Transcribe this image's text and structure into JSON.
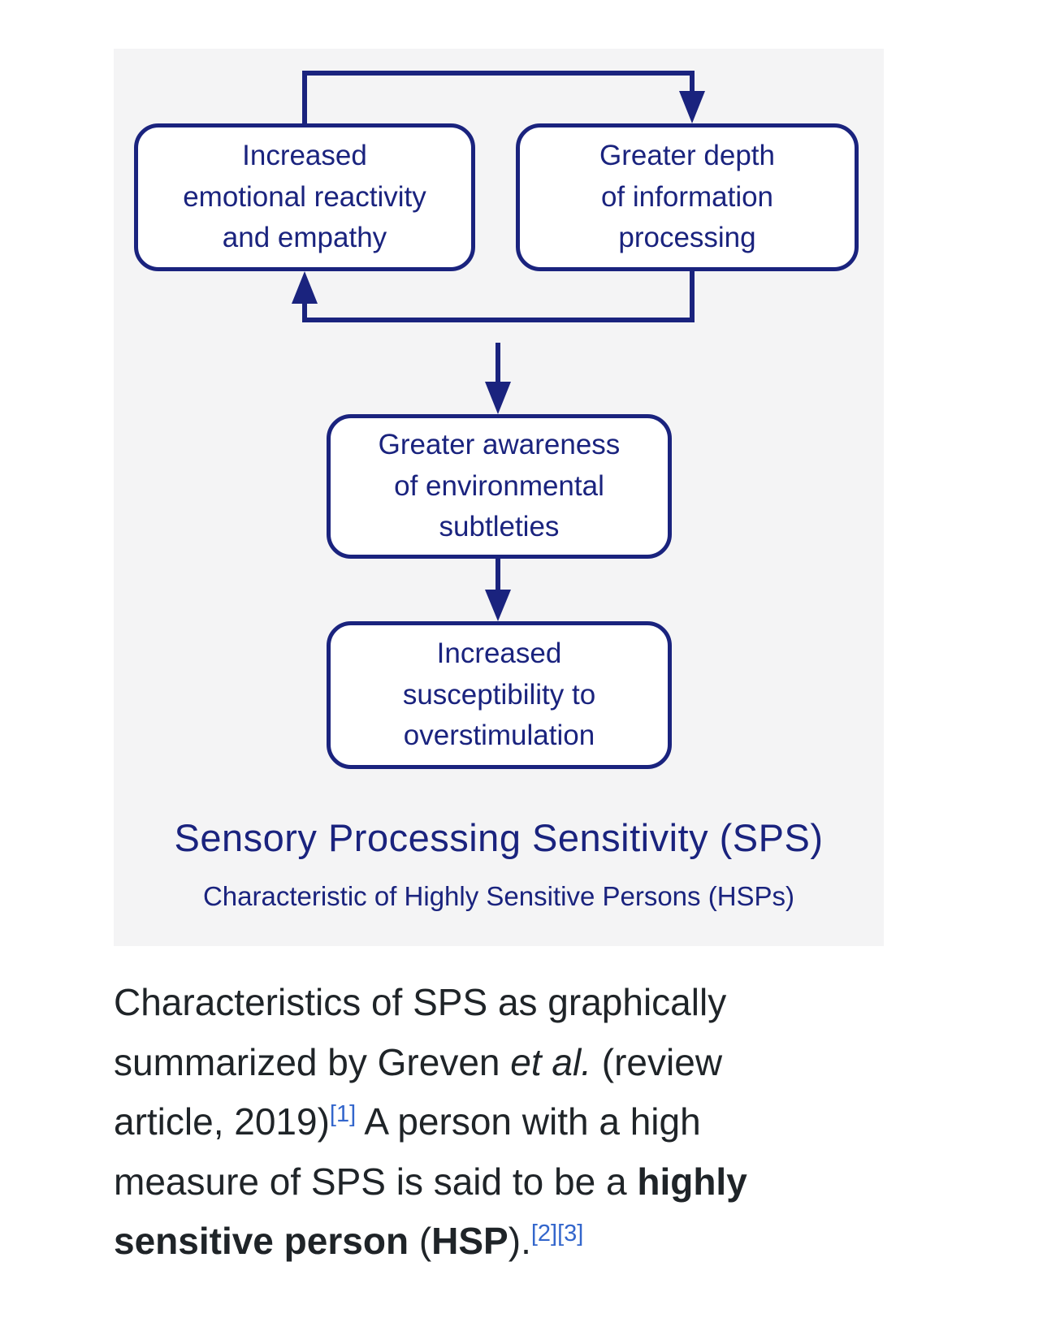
{
  "figure": {
    "bg": "#f4f4f5",
    "accent": "#1a237e",
    "boxes": {
      "emotional": "Increased\nemotional reactivity\nand empathy",
      "depth": "Greater depth\nof information\nprocessing",
      "awareness": "Greater awareness\nof environmental\nsubtleties",
      "overstimulation": "Increased\nsusceptibility to\noverstimulation"
    },
    "title": "Sensory Processing Sensitivity (SPS)",
    "subtitle": "Characteristic of Highly Sensitive Persons (HSPs)"
  },
  "caption": {
    "part1": "Characteristics of SPS as graphically summarized by Greven ",
    "etal": "et al.",
    "part2": " (review article, 2019)",
    "ref1": "[1]",
    "part3": " A person with a high measure of SPS is said to be a ",
    "bold1": "highly sensitive person",
    "part4": " (",
    "bold2": "HSP",
    "part5": ").",
    "ref2": "[2]",
    "ref3": "[3]",
    "link_color": "#3366cc"
  }
}
